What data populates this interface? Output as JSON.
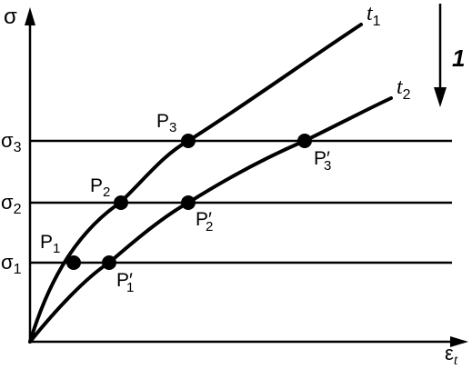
{
  "colors": {
    "ink": "#000000",
    "background": "#ffffff"
  },
  "axes": {
    "y_symbol": "σ",
    "x_symbol": "ε",
    "x_subscript": "t"
  },
  "levels": [
    {
      "symbol": "σ",
      "subscript": "3"
    },
    {
      "symbol": "σ",
      "subscript": "2"
    },
    {
      "symbol": "σ",
      "subscript": "1"
    }
  ],
  "curves": [
    {
      "symbol": "t",
      "subscript": "1"
    },
    {
      "symbol": "t",
      "subscript": "2"
    }
  ],
  "points": [
    {
      "symbol": "P",
      "subscript": "1",
      "prime": ""
    },
    {
      "symbol": "P",
      "subscript": "2",
      "prime": ""
    },
    {
      "symbol": "P",
      "subscript": "3",
      "prime": ""
    },
    {
      "symbol": "P",
      "subscript": "1",
      "prime": "′"
    },
    {
      "symbol": "P",
      "subscript": "2",
      "prime": "′"
    },
    {
      "symbol": "P",
      "subscript": "3",
      "prime": "′"
    }
  ],
  "arrow": {
    "label": "1"
  }
}
